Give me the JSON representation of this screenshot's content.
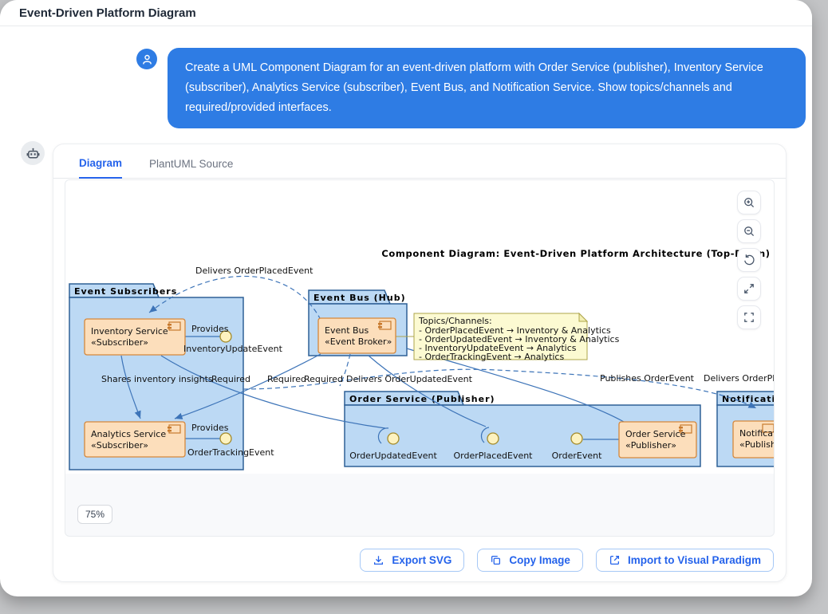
{
  "window": {
    "title": "Event-Driven Platform Diagram"
  },
  "chat": {
    "message": "Create a UML Component Diagram for an event-driven platform with Order Service (publisher), Inventory Service (subscriber), Analytics Service (subscriber), Event Bus, and Notification Service. Show topics/channels and required/provided interfaces."
  },
  "tabs": {
    "diagram": "Diagram",
    "plantuml": "PlantUML Source"
  },
  "viewport": {
    "zoom_badge": "75%",
    "controls": [
      "zoom-in",
      "zoom-out",
      "reset-view",
      "expand",
      "fullscreen"
    ]
  },
  "footer": {
    "export_svg": "Export SVG",
    "copy_image": "Copy Image",
    "import_vp": "Import to Visual Paradigm"
  },
  "diagram": {
    "title": "Component Diagram: Event-Driven Platform Architecture (Top-Down)",
    "packages": {
      "subscribers": "Event Subscribers",
      "bus": "Event Bus (Hub)",
      "order": "Order Service (Publisher)",
      "notification": "Notification S"
    },
    "components": {
      "inventory": {
        "name": "Inventory Service",
        "stereotype": "«Subscriber»"
      },
      "analytics": {
        "name": "Analytics Service",
        "stereotype": "«Subscriber»"
      },
      "bus": {
        "name": "Event Bus",
        "stereotype": "«Event Broker»"
      },
      "order": {
        "name": "Order Service",
        "stereotype": "«Publisher»"
      },
      "notification": {
        "name": "Notification",
        "stereotype": "«Publisher»"
      }
    },
    "note": {
      "title": "Topics/Channels:",
      "lines": [
        "- OrderPlacedEvent → Inventory & Analytics",
        "- OrderUpdatedEvent → Inventory & Analytics",
        "- InventoryUpdateEvent → Analytics",
        "- OrderTrackingEvent → Analytics"
      ]
    },
    "interfaces": {
      "inventory_update": "InventoryUpdateEvent",
      "order_tracking": "OrderTrackingEvent",
      "order_updated": "OrderUpdatedEvent",
      "order_placed": "OrderPlacedEvent",
      "order_event": "OrderEvent"
    },
    "edge_labels": {
      "delivers_placed_top": "Delivers OrderPlacedEvent",
      "provides_inventory": "Provides",
      "provides_analytics": "Provides",
      "shares_insights": "Shares inventory insights",
      "required_1": "Required",
      "required_2": "Required",
      "required_3": "Required",
      "delivers_updated": "Delivers OrderUpdatedEvent",
      "publishes_order": "Publishes OrderEvent",
      "delivers_placed_right": "Delivers OrderPlaced"
    },
    "colors": {
      "package_fill": "#BCD9F4",
      "package_border": "#2E6096",
      "component_fill": "#FCDEBB",
      "component_border": "#D5873B",
      "note_fill": "#FCFAD2",
      "note_border": "#AEA54B",
      "interface_fill": "#FDF2BF",
      "interface_border": "#A38A2A",
      "connector": "#3D74B8",
      "accent": "#2563EB",
      "bubble": "#2E7CE4"
    }
  }
}
